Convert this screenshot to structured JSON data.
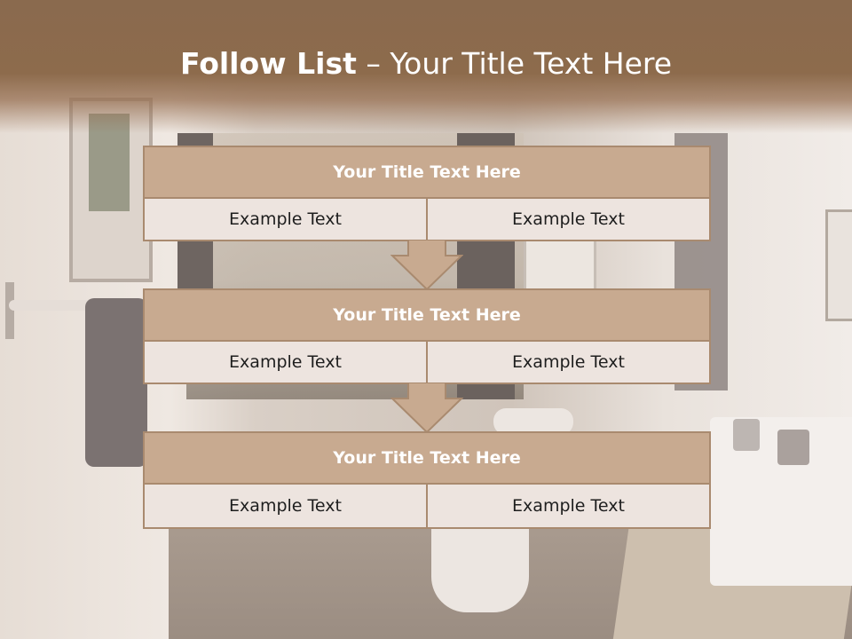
{
  "slide": {
    "title_bold": "Follow List",
    "title_rest": " – Your Title Text Here"
  },
  "blocks": [
    {
      "title": "Your Title Text Here",
      "left": "Example Text",
      "right": "Example Text"
    },
    {
      "title": "Your Title Text Here",
      "left": "Example Text",
      "right": "Example Text"
    },
    {
      "title": "Your Title Text Here",
      "left": "Example Text",
      "right": "Example Text"
    }
  ],
  "colors": {
    "header_brown": "#8a6a4e",
    "block_title_fill": "#c8aa90",
    "block_cell_fill": "#ede4df",
    "border": "#a98a6f",
    "arrow_fill": "#c8aa90"
  }
}
